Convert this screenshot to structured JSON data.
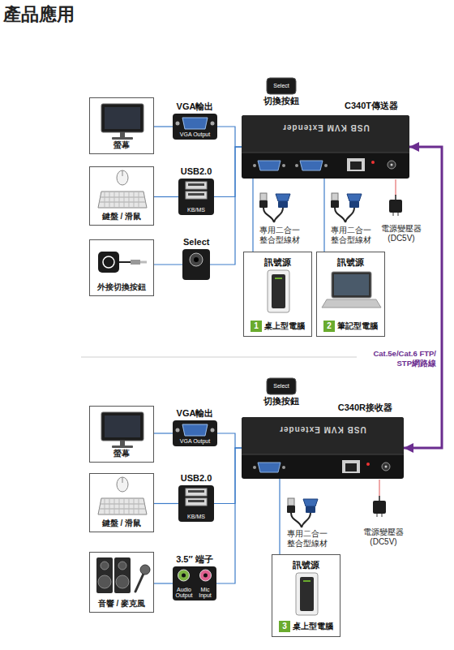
{
  "diagram": {
    "title": "產品應用",
    "nodes": [
      {
        "text": [
          "螢幕"
        ]
      },
      {
        "text": [
          "VGA輸出",
          "VGA Output"
        ]
      },
      {
        "text": [
          "鍵盤 / 滑鼠"
        ]
      },
      {
        "text": [
          "USB2.0",
          "KB/MS"
        ]
      },
      {
        "text": [
          "外接切換按鈕"
        ]
      },
      {
        "text": [
          "Select"
        ]
      },
      {
        "text": [
          "Select",
          "切換按鈕"
        ]
      },
      {
        "text": [
          "C340T傳送器",
          "USB KVM Extender"
        ]
      },
      {
        "text": [
          "訊號源",
          "1",
          "桌上型電腦"
        ]
      },
      {
        "text": [
          "訊號源",
          "2",
          "筆記型電腦"
        ]
      },
      {
        "text": [
          "Select",
          "切換按鈕"
        ]
      },
      {
        "text": [
          "C340R接收器",
          "USB KVM Extender"
        ]
      },
      {
        "text": [
          "螢幕"
        ]
      },
      {
        "text": [
          "VGA輸出",
          "VGA Output"
        ]
      },
      {
        "text": [
          "鍵盤 / 滑鼠"
        ]
      },
      {
        "text": [
          "USB2.0",
          "KB/MS"
        ]
      },
      {
        "text": [
          "音響 / 麥克風"
        ]
      },
      {
        "text": [
          "3.5″ 端子",
          "Audio Output",
          "Mic Input"
        ]
      },
      {
        "text": [
          "訊號源",
          "3",
          "桌上型電腦"
        ]
      }
    ],
    "edges": [
      {
        "from": 0,
        "to": 1,
        "arrow": "none"
      },
      {
        "from": 2,
        "to": 3,
        "arrow": "none"
      },
      {
        "from": 4,
        "to": 5,
        "arrow": "none"
      },
      {
        "from": 1,
        "to": 7,
        "arrow": "none"
      },
      {
        "from": 3,
        "to": 7,
        "arrow": "none"
      },
      {
        "from": 5,
        "to": 7,
        "arrow": "none"
      },
      {
        "from": 7,
        "to": 8,
        "arrow": "none"
      },
      {
        "from": 7,
        "to": 9,
        "arrow": "none"
      },
      {
        "from": 7,
        "to": 11,
        "label": "Cat.5e/Cat.6 FTP/ STP網路線",
        "arrow": "both"
      },
      {
        "from": 12,
        "to": 13,
        "arrow": "none"
      },
      {
        "from": 14,
        "to": 15,
        "arrow": "none"
      },
      {
        "from": 16,
        "to": 17,
        "arrow": "none"
      },
      {
        "from": 13,
        "to": 11,
        "arrow": "none"
      },
      {
        "from": 15,
        "to": 11,
        "arrow": "none"
      },
      {
        "from": 17,
        "to": 11,
        "arrow": "none"
      },
      {
        "from": 11,
        "to": 18,
        "arrow": "none"
      }
    ],
    "labels": [
      "專用二合一 整合型線材",
      "專用二合一 整合型線材",
      "電源變壓器 (DC5V)",
      "專用二合一 整合型線材",
      "電源變壓器 (DC5V)"
    ]
  }
}
